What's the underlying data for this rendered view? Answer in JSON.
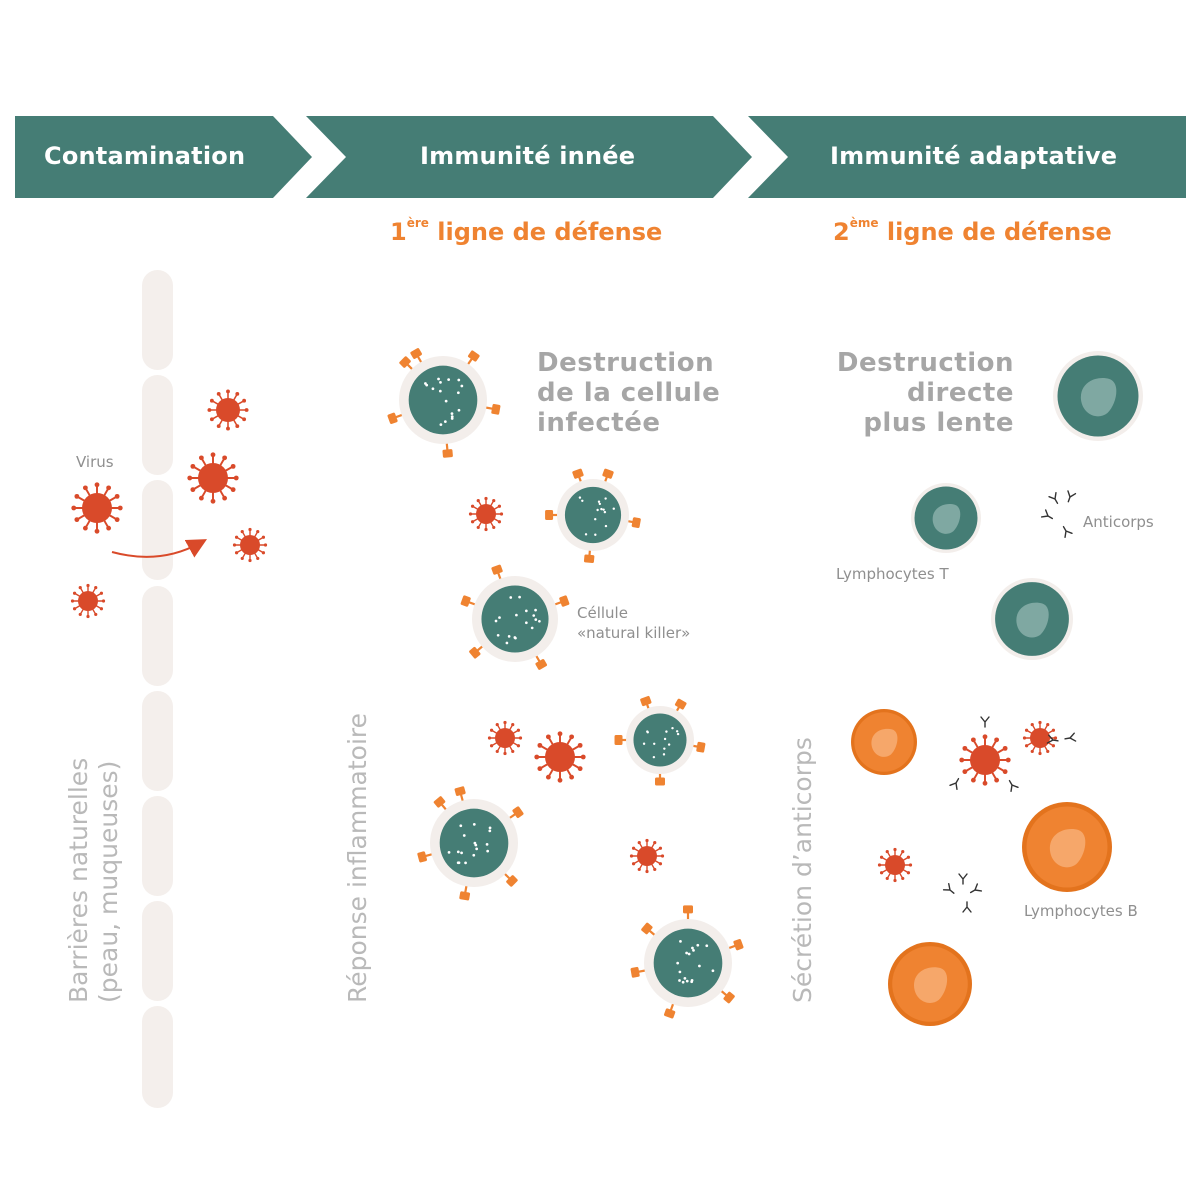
{
  "header": {
    "contamination": "Contamination",
    "innate": "Immunité innée",
    "adaptive": "Immunité adaptative"
  },
  "lines": {
    "first_num": "1",
    "first_sup": "ère",
    "first_rest": " ligne de défense",
    "second_num": "2",
    "second_sup": "ème",
    "second_rest": " ligne de défense"
  },
  "labels": {
    "virus": "Virus",
    "barriers_line1": "Barrières naturelles",
    "barriers_line2": "(peau, muqueuses)",
    "inflammatory": "Réponse inflammatoire",
    "destruction_infected": [
      "Destruction",
      "de la cellule",
      "infectée"
    ],
    "nk_line1": "Céllule",
    "nk_line2": "«natural killer»",
    "destruction_direct": [
      "Destruction",
      "directe",
      "plus lente"
    ],
    "lymphocytes_t": "Lymphocytes T",
    "anticorps": "Anticorps",
    "secretion": "Sécrétion d’anticorps",
    "lymphocytes_b": "Lymphocytes B"
  },
  "colors": {
    "teal": "#457d75",
    "orange": "#ef8331",
    "virus_red": "#d94a2a",
    "barrier": "#f4efec",
    "gray_text": "#a6a6a6"
  }
}
